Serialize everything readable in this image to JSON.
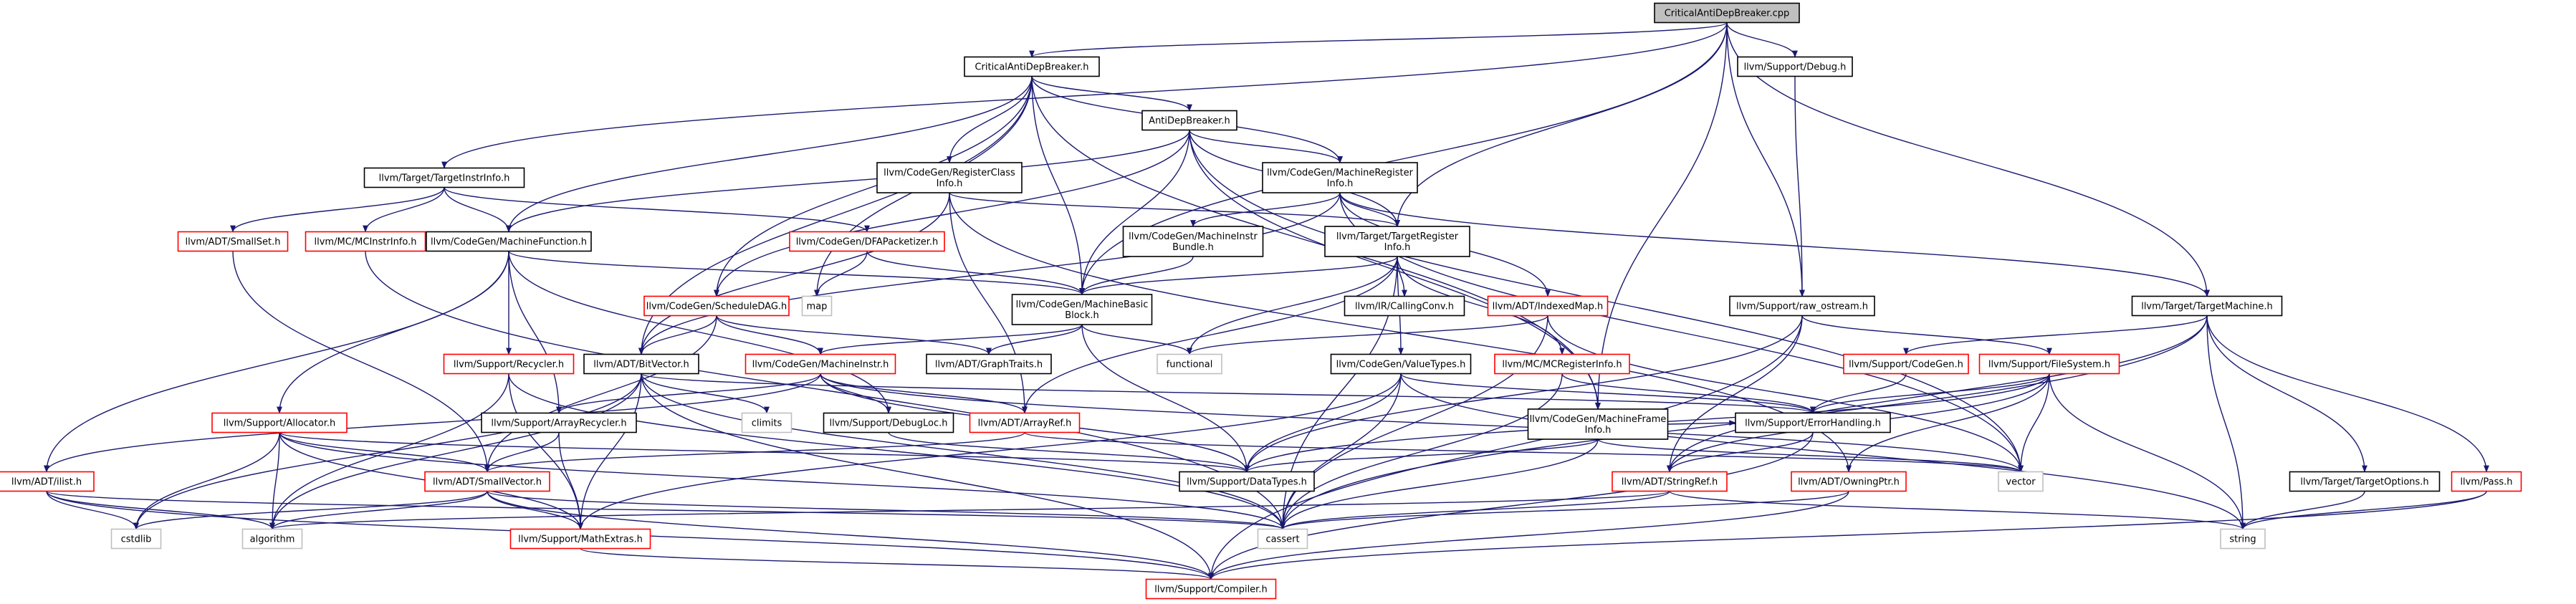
{
  "colors": {
    "background": "#ffffff",
    "root_fill": "#bfbfbf",
    "normal_border": "#000000",
    "truncated_border": "#ff0000",
    "external_border": "#bfbfbf",
    "edge": "#191970",
    "text": "#000000"
  },
  "nodes": [
    {
      "id": "root",
      "lines": [
        "CriticalAntiDepBreaker.cpp"
      ],
      "style": "root"
    },
    {
      "id": "cadb_h",
      "lines": [
        "CriticalAntiDepBreaker.h"
      ],
      "style": "normal"
    },
    {
      "id": "debug_h",
      "lines": [
        "llvm/Support/Debug.h"
      ],
      "style": "normal"
    },
    {
      "id": "tii_h",
      "lines": [
        "llvm/Target/TargetInstrInfo.h"
      ],
      "style": "normal"
    },
    {
      "id": "adb_h",
      "lines": [
        "AntiDepBreaker.h"
      ],
      "style": "normal"
    },
    {
      "id": "rci_h",
      "lines": [
        "llvm/CodeGen/RegisterClass",
        "Info.h"
      ],
      "style": "normal"
    },
    {
      "id": "mri_h",
      "lines": [
        "llvm/CodeGen/MachineRegister",
        "Info.h"
      ],
      "style": "normal"
    },
    {
      "id": "smallset_h",
      "lines": [
        "llvm/ADT/SmallSet.h"
      ],
      "style": "truncated"
    },
    {
      "id": "mcii_h",
      "lines": [
        "llvm/MC/MCInstrInfo.h"
      ],
      "style": "truncated"
    },
    {
      "id": "mf_h",
      "lines": [
        "llvm/CodeGen/MachineFunction.h"
      ],
      "style": "normal"
    },
    {
      "id": "dfa_h",
      "lines": [
        "llvm/CodeGen/DFAPacketizer.h"
      ],
      "style": "truncated"
    },
    {
      "id": "mib_h",
      "lines": [
        "llvm/CodeGen/MachineInstr",
        "Bundle.h"
      ],
      "style": "normal"
    },
    {
      "id": "tri_h",
      "lines": [
        "llvm/Target/TargetRegister",
        "Info.h"
      ],
      "style": "normal"
    },
    {
      "id": "map",
      "lines": [
        "map"
      ],
      "style": "external"
    },
    {
      "id": "sdag_h",
      "lines": [
        "llvm/CodeGen/ScheduleDAG.h"
      ],
      "style": "truncated"
    },
    {
      "id": "mbb_h",
      "lines": [
        "llvm/CodeGen/MachineBasic",
        "Block.h"
      ],
      "style": "normal"
    },
    {
      "id": "cc_h",
      "lines": [
        "llvm/IR/CallingConv.h"
      ],
      "style": "normal"
    },
    {
      "id": "im_h",
      "lines": [
        "llvm/ADT/IndexedMap.h"
      ],
      "style": "truncated"
    },
    {
      "id": "rawos_h",
      "lines": [
        "llvm/Support/raw_ostream.h"
      ],
      "style": "normal"
    },
    {
      "id": "tm_h",
      "lines": [
        "llvm/Target/TargetMachine.h"
      ],
      "style": "normal"
    },
    {
      "id": "recycler_h",
      "lines": [
        "llvm/Support/Recycler.h"
      ],
      "style": "truncated"
    },
    {
      "id": "bitvector_h",
      "lines": [
        "llvm/ADT/BitVector.h"
      ],
      "style": "normal"
    },
    {
      "id": "mi_h",
      "lines": [
        "llvm/CodeGen/MachineInstr.h"
      ],
      "style": "truncated"
    },
    {
      "id": "gt_h",
      "lines": [
        "llvm/ADT/GraphTraits.h"
      ],
      "style": "normal"
    },
    {
      "id": "functional",
      "lines": [
        "functional"
      ],
      "style": "external"
    },
    {
      "id": "mcri_h",
      "lines": [
        "llvm/MC/MCRegisterInfo.h"
      ],
      "style": "truncated"
    },
    {
      "id": "cg_h",
      "lines": [
        "llvm/Support/CodeGen.h"
      ],
      "style": "truncated"
    },
    {
      "id": "fs_h",
      "lines": [
        "llvm/Support/FileSystem.h"
      ],
      "style": "truncated"
    },
    {
      "id": "vt_h",
      "lines": [
        "llvm/CodeGen/ValueTypes.h"
      ],
      "style": "normal"
    },
    {
      "id": "alloc_h",
      "lines": [
        "llvm/Support/Allocator.h"
      ],
      "style": "truncated"
    },
    {
      "id": "ar_h",
      "lines": [
        "llvm/Support/ArrayRecycler.h"
      ],
      "style": "normal"
    },
    {
      "id": "climits",
      "lines": [
        "climits"
      ],
      "style": "external"
    },
    {
      "id": "dl_h",
      "lines": [
        "llvm/Support/DebugLoc.h"
      ],
      "style": "normal"
    },
    {
      "id": "arrayref_h",
      "lines": [
        "llvm/ADT/ArrayRef.h"
      ],
      "style": "truncated"
    },
    {
      "id": "mfi_h",
      "lines": [
        "llvm/CodeGen/MachineFrame",
        "Info.h"
      ],
      "style": "normal"
    },
    {
      "id": "eh_h",
      "lines": [
        "llvm/Support/ErrorHandling.h"
      ],
      "style": "normal"
    },
    {
      "id": "ilist_h",
      "lines": [
        "llvm/ADT/ilist.h"
      ],
      "style": "truncated"
    },
    {
      "id": "smallvec_h",
      "lines": [
        "llvm/ADT/SmallVector.h"
      ],
      "style": "truncated"
    },
    {
      "id": "dt_h",
      "lines": [
        "llvm/Support/DataTypes.h"
      ],
      "style": "normal"
    },
    {
      "id": "stringref_h",
      "lines": [
        "llvm/ADT/StringRef.h"
      ],
      "style": "truncated"
    },
    {
      "id": "owningptr_h",
      "lines": [
        "llvm/ADT/OwningPtr.h"
      ],
      "style": "truncated"
    },
    {
      "id": "vector",
      "lines": [
        "vector"
      ],
      "style": "external"
    },
    {
      "id": "to_h",
      "lines": [
        "llvm/Target/TargetOptions.h"
      ],
      "style": "normal"
    },
    {
      "id": "pass_h",
      "lines": [
        "llvm/Pass.h"
      ],
      "style": "truncated"
    },
    {
      "id": "cstdlib",
      "lines": [
        "cstdlib"
      ],
      "style": "external"
    },
    {
      "id": "algorithm",
      "lines": [
        "algorithm"
      ],
      "style": "external"
    },
    {
      "id": "cassert",
      "lines": [
        "cassert"
      ],
      "style": "external"
    },
    {
      "id": "mathextras_h",
      "lines": [
        "llvm/Support/MathExtras.h"
      ],
      "style": "truncated"
    },
    {
      "id": "string",
      "lines": [
        "string"
      ],
      "style": "external"
    },
    {
      "id": "compiler_h",
      "lines": [
        "llvm/Support/Compiler.h"
      ],
      "style": "truncated"
    }
  ],
  "edges": [
    [
      "root",
      "cadb_h"
    ],
    [
      "root",
      "debug_h"
    ],
    [
      "root",
      "tii_h"
    ],
    [
      "root",
      "mbb_h"
    ],
    [
      "root",
      "tri_h"
    ],
    [
      "root",
      "mfi_h"
    ],
    [
      "root",
      "rawos_h"
    ],
    [
      "root",
      "tm_h"
    ],
    [
      "cadb_h",
      "adb_h"
    ],
    [
      "cadb_h",
      "rci_h"
    ],
    [
      "cadb_h",
      "mri_h"
    ],
    [
      "cadb_h",
      "mf_h"
    ],
    [
      "cadb_h",
      "mbb_h"
    ],
    [
      "cadb_h",
      "sdag_h"
    ],
    [
      "cadb_h",
      "bitvector_h"
    ],
    [
      "cadb_h",
      "map"
    ],
    [
      "cadb_h",
      "mfi_h"
    ],
    [
      "debug_h",
      "rawos_h"
    ],
    [
      "tii_h",
      "smallset_h"
    ],
    [
      "tii_h",
      "mcii_h"
    ],
    [
      "tii_h",
      "mf_h"
    ],
    [
      "tii_h",
      "dfa_h"
    ],
    [
      "adb_h",
      "mf_h"
    ],
    [
      "adb_h",
      "mri_h"
    ],
    [
      "adb_h",
      "tri_h"
    ],
    [
      "adb_h",
      "mbb_h"
    ],
    [
      "adb_h",
      "sdag_h"
    ],
    [
      "adb_h",
      "mfi_h"
    ],
    [
      "adb_h",
      "vector"
    ],
    [
      "rci_h",
      "tri_h"
    ],
    [
      "rci_h",
      "bitvector_h"
    ],
    [
      "rci_h",
      "arrayref_h"
    ],
    [
      "rci_h",
      "owningptr_h"
    ],
    [
      "mri_h",
      "tri_h"
    ],
    [
      "mri_h",
      "mib_h"
    ],
    [
      "mri_h",
      "im_h"
    ],
    [
      "mri_h",
      "bitvector_h"
    ],
    [
      "mri_h",
      "tm_h"
    ],
    [
      "mri_h",
      "vector"
    ],
    [
      "smallset_h",
      "smallvec_h"
    ],
    [
      "mcii_h",
      "cassert"
    ],
    [
      "mf_h",
      "mbb_h"
    ],
    [
      "mf_h",
      "recycler_h"
    ],
    [
      "mf_h",
      "alloc_h"
    ],
    [
      "mf_h",
      "ar_h"
    ],
    [
      "mf_h",
      "dl_h"
    ],
    [
      "mf_h",
      "ilist_h"
    ],
    [
      "dfa_h",
      "mbb_h"
    ],
    [
      "dfa_h",
      "map"
    ],
    [
      "mib_h",
      "mbb_h"
    ],
    [
      "tri_h",
      "mbb_h"
    ],
    [
      "tri_h",
      "cc_h"
    ],
    [
      "tri_h",
      "vt_h"
    ],
    [
      "tri_h",
      "mcri_h"
    ],
    [
      "tri_h",
      "arrayref_h"
    ],
    [
      "tri_h",
      "functional"
    ],
    [
      "tri_h",
      "cassert"
    ],
    [
      "sdag_h",
      "mi_h"
    ],
    [
      "sdag_h",
      "bitvector_h"
    ],
    [
      "sdag_h",
      "gt_h"
    ],
    [
      "sdag_h",
      "smallvec_h"
    ],
    [
      "mbb_h",
      "mi_h"
    ],
    [
      "mbb_h",
      "gt_h"
    ],
    [
      "mbb_h",
      "functional"
    ],
    [
      "mbb_h",
      "dt_h"
    ],
    [
      "im_h",
      "cassert"
    ],
    [
      "im_h",
      "functional"
    ],
    [
      "im_h",
      "vector"
    ],
    [
      "rawos_h",
      "fs_h"
    ],
    [
      "rawos_h",
      "stringref_h"
    ],
    [
      "rawos_h",
      "compiler_h"
    ],
    [
      "rawos_h",
      "dt_h"
    ],
    [
      "tm_h",
      "cg_h"
    ],
    [
      "tm_h",
      "to_h"
    ],
    [
      "tm_h",
      "pass_h"
    ],
    [
      "tm_h",
      "string"
    ],
    [
      "tm_h",
      "cassert"
    ],
    [
      "tm_h",
      "stringref_h"
    ],
    [
      "recycler_h",
      "algorithm"
    ],
    [
      "recycler_h",
      "cassert"
    ],
    [
      "recycler_h",
      "mathextras_h"
    ],
    [
      "bitvector_h",
      "climits"
    ],
    [
      "bitvector_h",
      "cstdlib"
    ],
    [
      "bitvector_h",
      "algorithm"
    ],
    [
      "bitvector_h",
      "cassert"
    ],
    [
      "bitvector_h",
      "eh_h"
    ],
    [
      "bitvector_h",
      "mathextras_h"
    ],
    [
      "bitvector_h",
      "compiler_h"
    ],
    [
      "mi_h",
      "ar_h"
    ],
    [
      "mi_h",
      "dl_h"
    ],
    [
      "mi_h",
      "arrayref_h"
    ],
    [
      "mi_h",
      "ilist_h"
    ],
    [
      "mi_h",
      "dt_h"
    ],
    [
      "mi_h",
      "vector"
    ],
    [
      "mcri_h",
      "eh_h"
    ],
    [
      "mcri_h",
      "cassert"
    ],
    [
      "cg_h",
      "eh_h"
    ],
    [
      "fs_h",
      "eh_h"
    ],
    [
      "fs_h",
      "owningptr_h"
    ],
    [
      "fs_h",
      "stringref_h"
    ],
    [
      "fs_h",
      "dt_h"
    ],
    [
      "fs_h",
      "vector"
    ],
    [
      "fs_h",
      "string"
    ],
    [
      "vt_h",
      "eh_h"
    ],
    [
      "vt_h",
      "mathextras_h"
    ],
    [
      "vt_h",
      "dt_h"
    ],
    [
      "vt_h",
      "cassert"
    ],
    [
      "vt_h",
      "string"
    ],
    [
      "alloc_h",
      "algorithm"
    ],
    [
      "alloc_h",
      "cstdlib"
    ],
    [
      "alloc_h",
      "cassert"
    ],
    [
      "alloc_h",
      "mathextras_h"
    ],
    [
      "alloc_h",
      "dt_h"
    ],
    [
      "alloc_h",
      "smallvec_h"
    ],
    [
      "ar_h",
      "smallvec_h"
    ],
    [
      "ar_h",
      "mathextras_h"
    ],
    [
      "dl_h",
      "dt_h"
    ],
    [
      "arrayref_h",
      "vector"
    ],
    [
      "arrayref_h",
      "smallvec_h"
    ],
    [
      "mfi_h",
      "eh_h"
    ],
    [
      "mfi_h",
      "dt_h"
    ],
    [
      "mfi_h",
      "cassert"
    ],
    [
      "mfi_h",
      "vector"
    ],
    [
      "eh_h",
      "stringref_h"
    ],
    [
      "eh_h",
      "compiler_h"
    ],
    [
      "ilist_h",
      "algorithm"
    ],
    [
      "ilist_h",
      "cassert"
    ],
    [
      "ilist_h",
      "cstdlib"
    ],
    [
      "ilist_h",
      "compiler_h"
    ],
    [
      "smallvec_h",
      "algorithm"
    ],
    [
      "smallvec_h",
      "cstdlib"
    ],
    [
      "smallvec_h",
      "mathextras_h"
    ],
    [
      "smallvec_h",
      "cassert"
    ],
    [
      "smallvec_h",
      "compiler_h"
    ],
    [
      "stringref_h",
      "algorithm"
    ],
    [
      "stringref_h",
      "cassert"
    ],
    [
      "stringref_h",
      "string"
    ],
    [
      "owningptr_h",
      "cassert"
    ],
    [
      "owningptr_h",
      "compiler_h"
    ],
    [
      "to_h",
      "string"
    ],
    [
      "pass_h",
      "string"
    ],
    [
      "pass_h",
      "compiler_h"
    ],
    [
      "mathextras_h",
      "compiler_h"
    ]
  ]
}
